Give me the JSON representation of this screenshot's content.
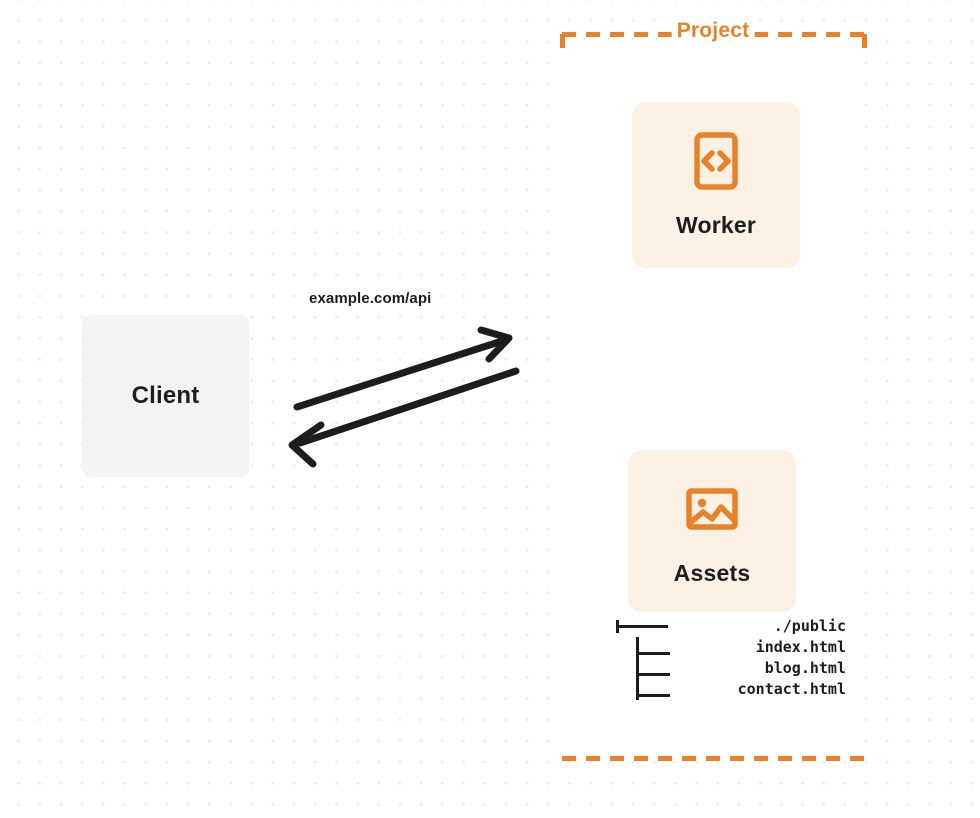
{
  "diagram": {
    "title": "Client to Project request flow",
    "colors": {
      "accent_orange": "#e8822a",
      "card_background": "#fdf1e4",
      "client_background": "#f2f3f5",
      "arrow": "#1d1d1d",
      "canvas": "#ffffff",
      "grid_dot": "#ececec"
    }
  },
  "client": {
    "label": "Client"
  },
  "connection": {
    "label": "example.com/api",
    "request_arrow_name": "request-arrow",
    "response_arrow_name": "response-arrow"
  },
  "project": {
    "title": "Project",
    "services": [
      {
        "label": "Worker",
        "icon": "code-brackets-icon"
      },
      {
        "label": "Assets",
        "icon": "image-icon"
      }
    ],
    "asset_tree": [
      {
        "glyph": "tee",
        "name": "./public"
      },
      {
        "glyph": "pipe",
        "name": "index.html"
      },
      {
        "glyph": "pipe",
        "name": "blog.html"
      },
      {
        "glyph": "pipe",
        "name": "contact.html"
      }
    ]
  }
}
